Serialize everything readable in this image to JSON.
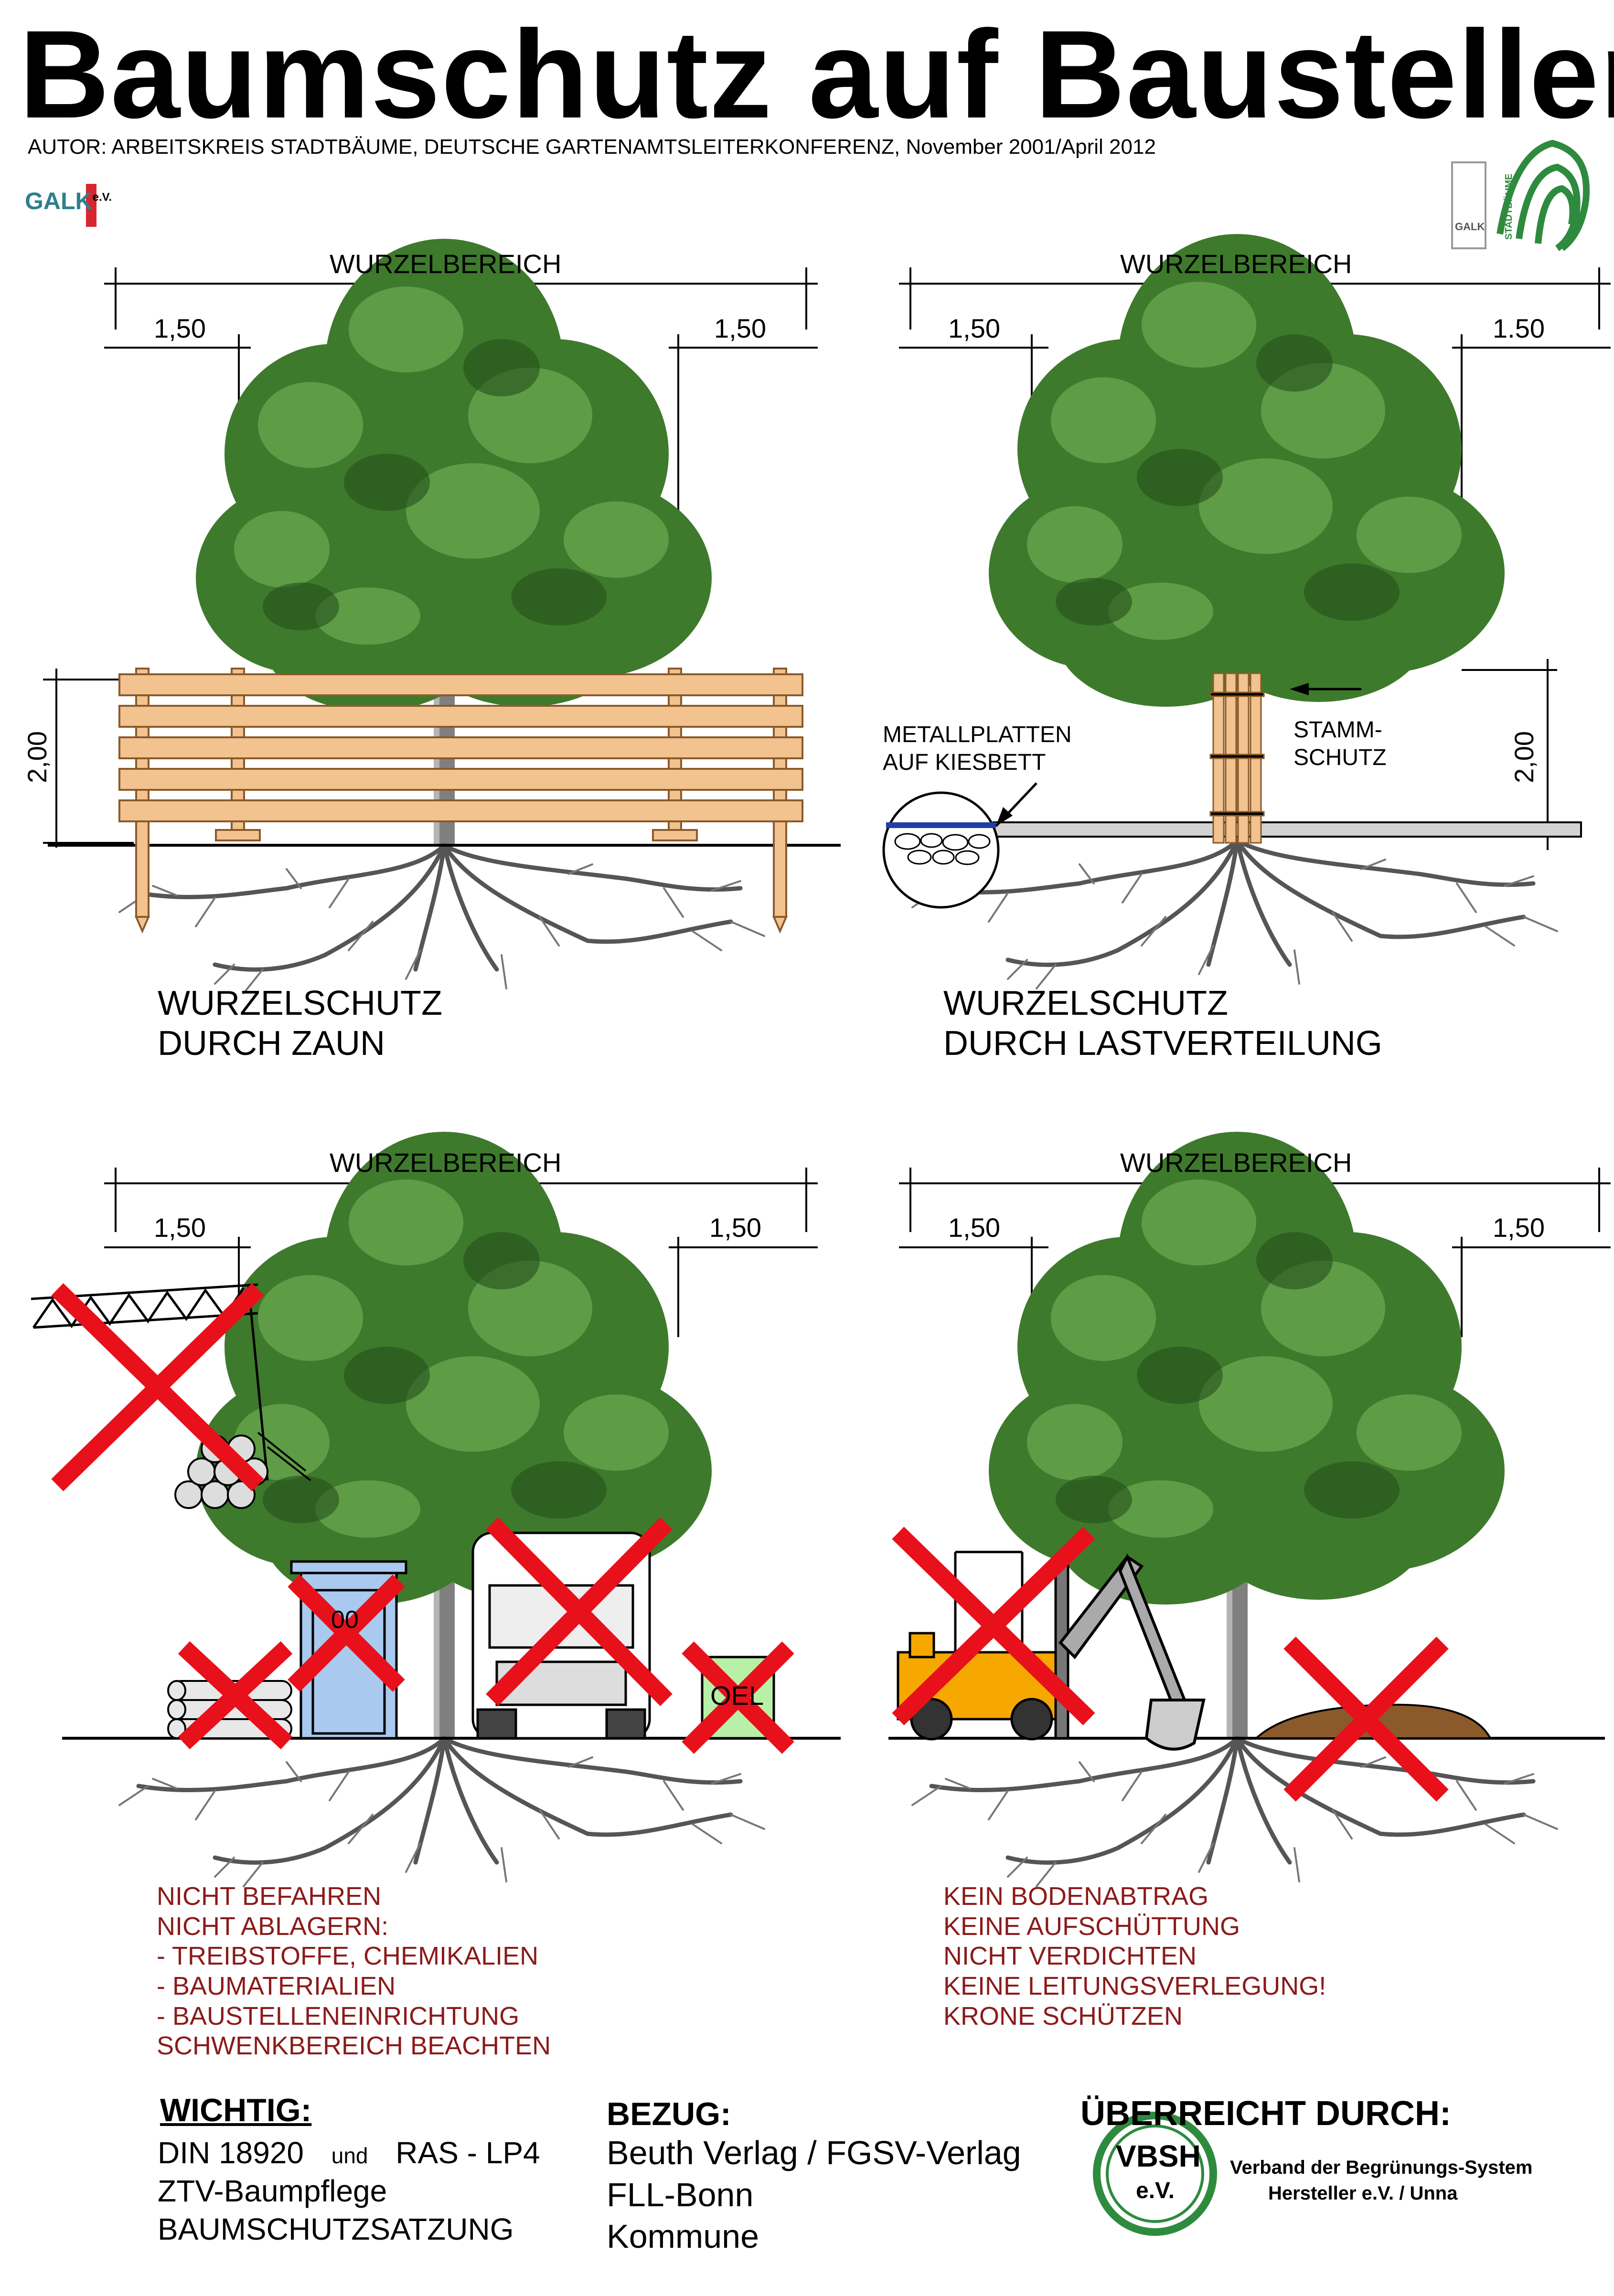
{
  "title": "Baumschutz  auf  Baustellen",
  "author": "AUTOR:  ARBEITSKREIS STADTBÄUME,  DEUTSCHE  GARTENAMTSLEITERKONFERENZ,    November 2001/April 2012",
  "logos": {
    "galk_left": "GALK",
    "galk_left_ev": "e.V.",
    "galk_right": "GALK",
    "stadtbaeume": "STADTBÄUME"
  },
  "panels": {
    "p1": {
      "root_zone": "WURZELBEREICH",
      "dim_left": "1,50",
      "dim_right": "1,50",
      "height": "2,00",
      "caption_line1": "WURZELSCHUTZ",
      "caption_line2": "DURCH ZAUN"
    },
    "p2": {
      "root_zone": "WURZELBEREICH",
      "dim_left": "1,50",
      "dim_right": "1.50",
      "height": "2,00",
      "plates_line1": "METALLPLATTEN",
      "plates_line2": "AUF KIESBETT",
      "trunk_line1": "STAMM-",
      "trunk_line2": "SCHUTZ",
      "caption_line1": "WURZELSCHUTZ",
      "caption_line2": "DURCH LASTVERTEILUNG"
    },
    "p3": {
      "root_zone": "WURZELBEREICH",
      "dim_left": "1,50",
      "dim_right": "1,50",
      "toilet_label": "00",
      "oil_label": "OEL",
      "rules": [
        "NICHT BEFAHREN",
        "NICHT ABLAGERN:",
        "-  TREIBSTOFFE, CHEMIKALIEN",
        "-  BAUMATERIALIEN",
        "-  BAUSTELLENEINRICHTUNG",
        "SCHWENKBEREICH BEACHTEN"
      ]
    },
    "p4": {
      "root_zone": "WURZELBEREICH",
      "dim_left": "1,50",
      "dim_right": "1,50",
      "rules": [
        "KEIN BODENABTRAG",
        "KEINE AUFSCHÜTTUNG",
        "NICHT VERDICHTEN",
        "KEINE LEITUNGSVERLEGUNG!",
        "KRONE SCHÜTZEN"
      ]
    }
  },
  "footer": {
    "wichtig_title": "WICHTIG:",
    "wichtig_line1_a": "DIN 18920",
    "wichtig_line1_und": "und",
    "wichtig_line1_b": "RAS - LP4",
    "wichtig_line2": "ZTV-Baumpflege",
    "wichtig_line3": "BAUMSCHUTZSATZUNG",
    "bezug_title": "BEZUG:",
    "bezug_lines": [
      "Beuth Verlag / FGSV-Verlag",
      "FLL-Bonn",
      "Kommune"
    ],
    "ueberreicht_title": "ÜBERREICHT DURCH:",
    "vbsh_logo": "VBSH",
    "vbsh_ev": "e.V.",
    "vbsh_line1": "Verband der Begrünungs-System",
    "vbsh_line2": "Hersteller  e.V. / Unna"
  },
  "colors": {
    "foliage": "#3e7a2c",
    "foliage_light": "#6aa84f",
    "fence": "#f2c28f",
    "cross": "#e8101a",
    "rule_text": "#8b1a1a",
    "toilet": "#a9c9ee",
    "oil_can": "#b8f0a8",
    "forklift": "#f7a800",
    "soil_heap": "#8b5a2b"
  }
}
